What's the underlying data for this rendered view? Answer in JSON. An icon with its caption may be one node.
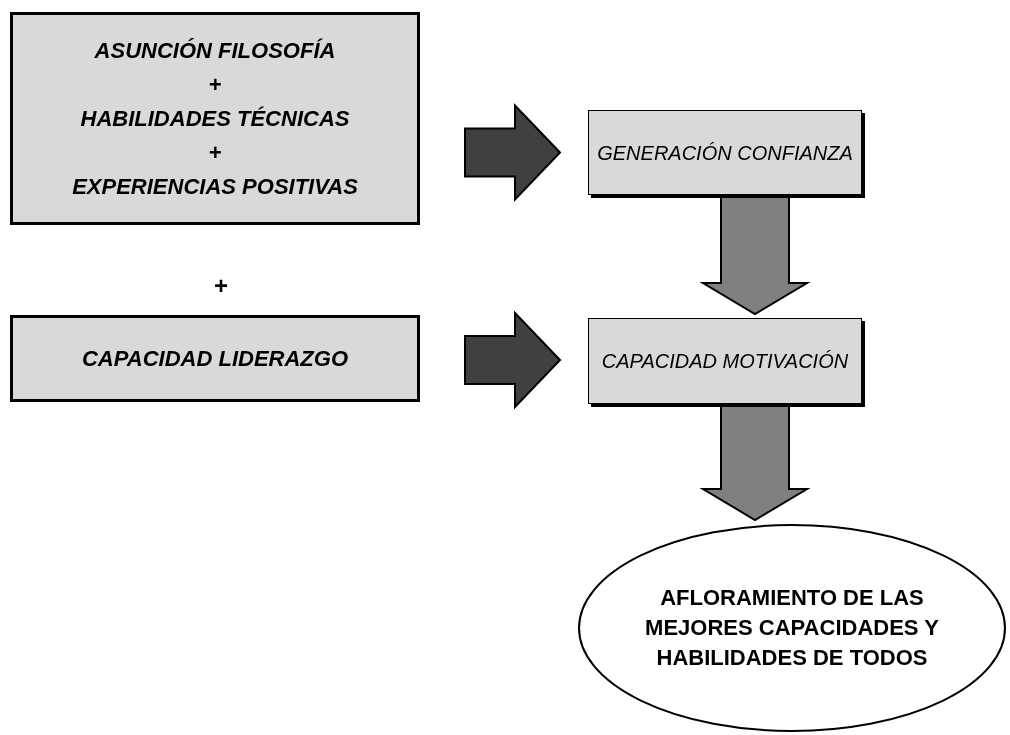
{
  "diagram": {
    "nodes": [
      {
        "text": [
          "ASUNCIÓN FILOSOFÍA",
          "+",
          "HABILIDADES TÉCNICAS",
          "+",
          "EXPERIENCIAS POSITIVAS"
        ]
      },
      {
        "text": [
          "GENERACIÓN CONFIANZA"
        ]
      },
      {
        "text": [
          "CAPACIDAD LIDERAZGO"
        ]
      },
      {
        "text": [
          "CAPACIDAD MOTIVACIÓN"
        ]
      },
      {
        "text": [
          "AFLORAMIENTO DE LAS MEJORES CAPACIDADES Y HABILIDADES DE TODOS"
        ]
      }
    ],
    "edges": [
      {
        "from": 0,
        "to": 1,
        "arrow": "to",
        "style": "thick",
        "color": "#404040"
      },
      {
        "from": 1,
        "to": 3,
        "arrow": "to",
        "style": "thick",
        "color": "#808080"
      },
      {
        "from": 2,
        "to": 3,
        "arrow": "to",
        "style": "thick",
        "color": "#404040"
      },
      {
        "from": 3,
        "to": 4,
        "arrow": "to",
        "style": "thick",
        "color": "#808080"
      }
    ],
    "labels": [
      "+"
    ]
  }
}
